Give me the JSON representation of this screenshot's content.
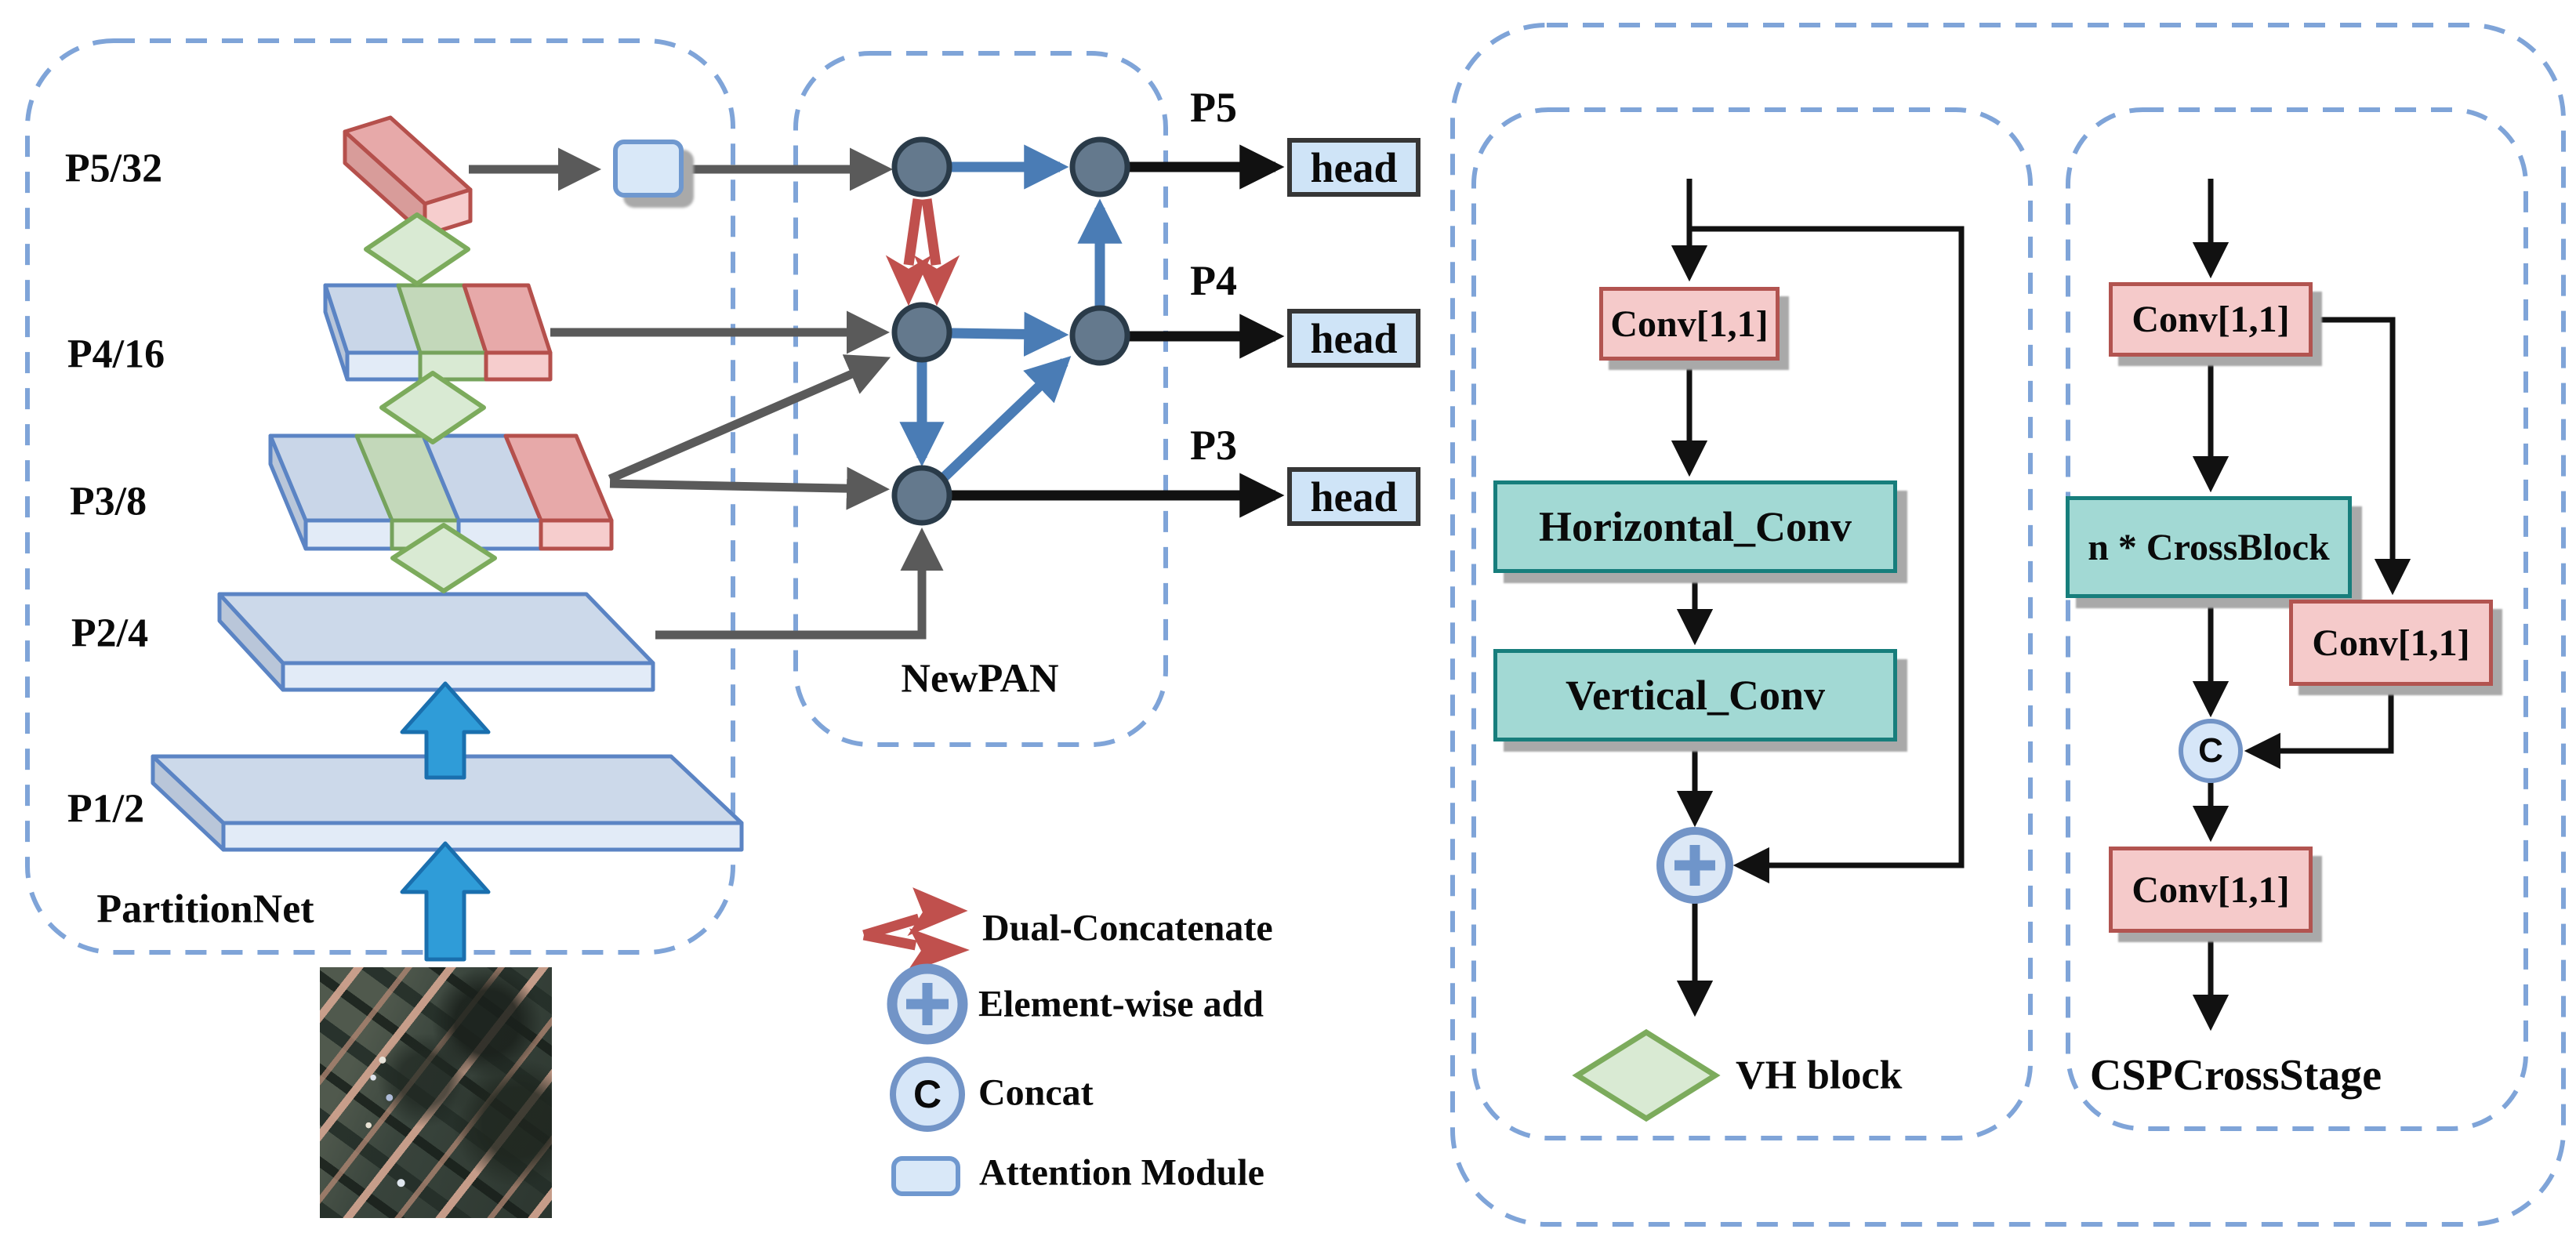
{
  "partitionnet": {
    "title": "PartitionNet",
    "levels": [
      {
        "label": "P5/32"
      },
      {
        "label": "P4/16"
      },
      {
        "label": "P3/8"
      },
      {
        "label": "P2/4"
      },
      {
        "label": "P1/2"
      }
    ]
  },
  "newpan": {
    "title": "NewPAN",
    "outputs": [
      {
        "label": "P5"
      },
      {
        "label": "P4"
      },
      {
        "label": "P3"
      }
    ],
    "head_label": "head"
  },
  "legend": {
    "items": [
      {
        "icon": "dual-concatenate-arrow-icon",
        "label": "Dual-Concatenate"
      },
      {
        "icon": "element-wise-add-icon",
        "label": "Element-wise add"
      },
      {
        "icon": "concat-icon",
        "label": "Concat"
      },
      {
        "icon": "attention-module-icon",
        "label": "Attention Module"
      }
    ],
    "concat_symbol": "C",
    "add_symbol": "+"
  },
  "vh_block": {
    "title": "VH block",
    "conv_label": "Conv[1,1]",
    "horizontal_label": "Horizontal_Conv",
    "vertical_label": "Vertical_Conv",
    "add_symbol": "+"
  },
  "csp": {
    "title": "CSPCrossStage",
    "conv1_label": "Conv[1,1]",
    "conv2_label": "Conv[1,1]",
    "conv3_label": "Conv[1,1]",
    "crossblock_label": "n * CrossBlock",
    "concat_symbol": "C"
  },
  "colors": {
    "panel_dash": "#7fa4d8",
    "slab_blue_top": "#c9d6e8",
    "slab_blue_front": "#e2ebf7",
    "slab_green_top": "#c3d8ba",
    "slab_green_front": "#d9ead3",
    "slab_red_top": "#e7a9a9",
    "slab_red_front": "#f6cdcd",
    "slab_blue_stroke": "#5b84c4",
    "slab_green_stroke": "#76a35c",
    "slab_red_stroke": "#b5504c",
    "diamond_fill": "#d9ead3",
    "diamond_stroke": "#7cab5c",
    "node_fill": "#64798d",
    "node_stroke": "#2a3b49",
    "arrow_gray": "#5a5a5a",
    "arrow_blue": "#4a7cb5",
    "arrow_red": "#c0504d",
    "arrow_black": "#111111",
    "big_arrow_blue": "#2f9cd8",
    "big_arrow_stroke": "#1a6fae",
    "pink_box_fill": "#f5caca",
    "pink_box_stroke": "#b25450",
    "teal_box_fill": "#a2d9d4",
    "teal_box_stroke": "#177e7c",
    "circle_fill": "#dce8f6",
    "circle_ring": "#7294c7",
    "head_fill": "#cfe4f7"
  }
}
